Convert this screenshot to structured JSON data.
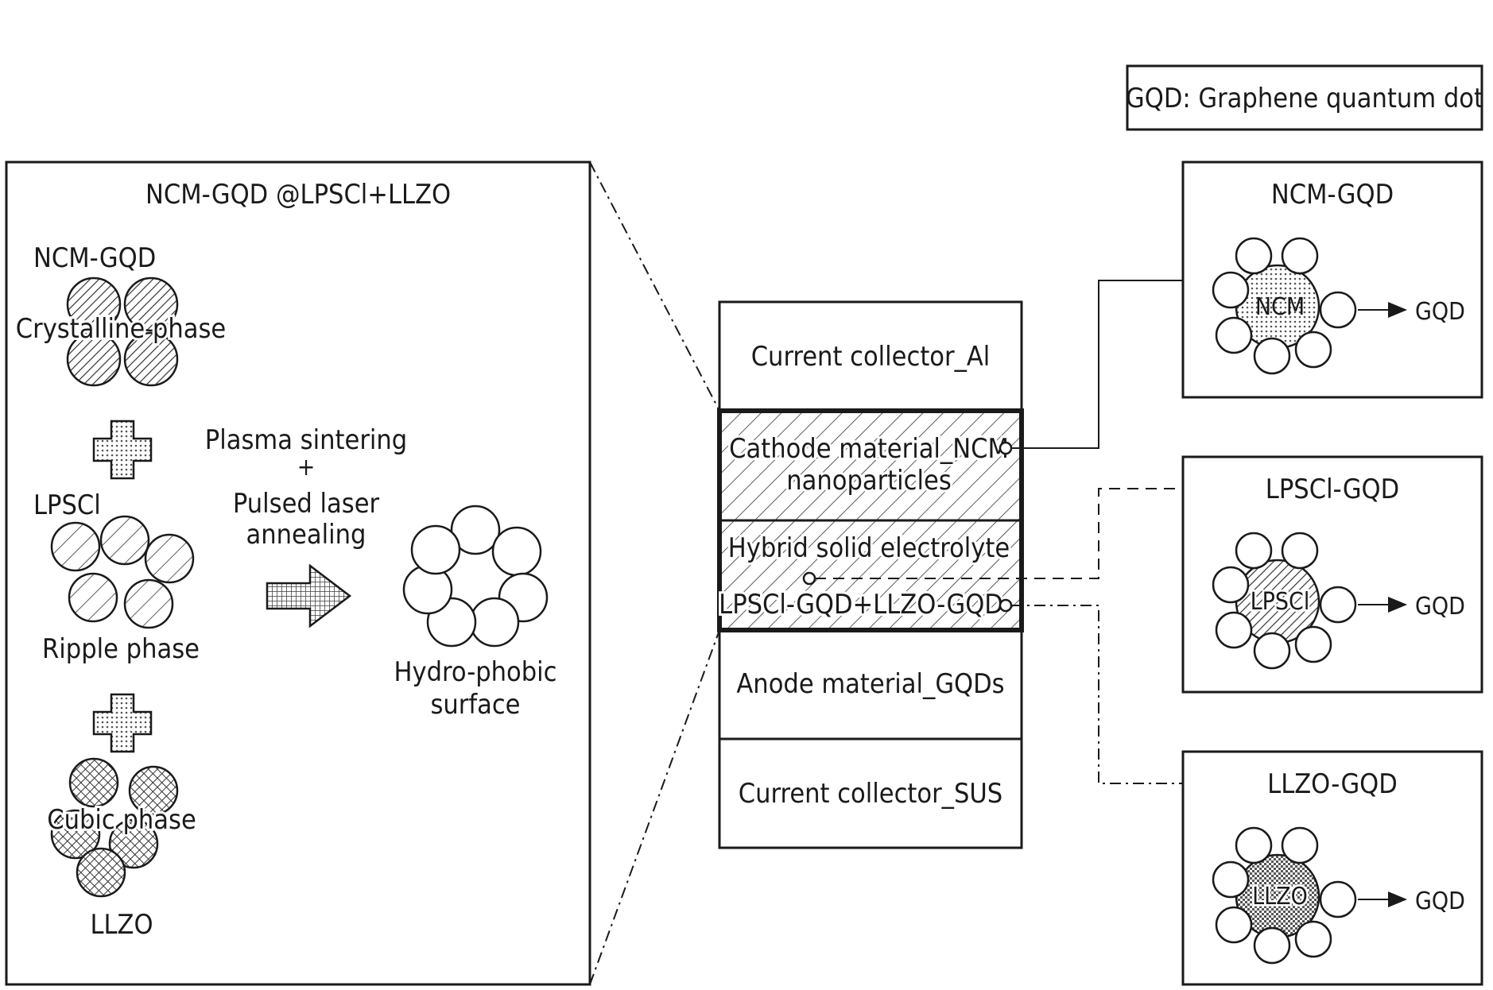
{
  "legend": {
    "text": "GQD: Graphene quantum dot"
  },
  "composite": {
    "title": "NCM-GQD @LPSCl+LLZO",
    "ncm_gqd_label": "NCM-GQD",
    "crystalline_label": "Crystalline phase",
    "lpscl_label": "LPSCl",
    "ripple_label": "Ripple phase",
    "cubic_label": "Cubic phase",
    "llzo_label": "LLZO",
    "process_line1": "Plasma sintering",
    "process_plus": "+",
    "process_line2": "Pulsed laser",
    "process_line3": "annealing",
    "result_line1": "Hydro-phobic",
    "result_line2": "surface"
  },
  "stack": {
    "current_collector_al": "Current collector_Al",
    "cathode_line1": "Cathode material_NCM",
    "cathode_line2": "nanoparticles",
    "electrolyte_line1": "Hybrid solid electrolyte",
    "electrolyte_line2": "LPSCl-GQD+LLZO-GQD",
    "anode": "Anode material_GQDs",
    "current_collector_sus": "Current collector_SUS"
  },
  "panels": [
    {
      "title": "NCM-GQD",
      "core": "NCM",
      "arrow_label": "GQD"
    },
    {
      "title": "LPSCl-GQD",
      "core": "LPSCl",
      "arrow_label": "GQD"
    },
    {
      "title": "LLZO-GQD",
      "core": "LLZO",
      "arrow_label": "GQD"
    }
  ]
}
